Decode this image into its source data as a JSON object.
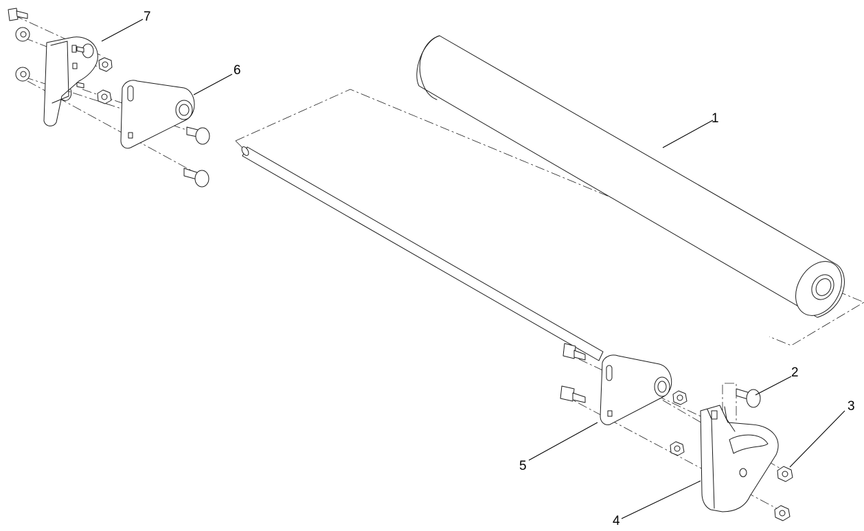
{
  "diagram": {
    "type": "exploded-parts-view",
    "callouts": [
      {
        "id": "1",
        "label": "1"
      },
      {
        "id": "2",
        "label": "2"
      },
      {
        "id": "3",
        "label": "3"
      },
      {
        "id": "4",
        "label": "4"
      },
      {
        "id": "5",
        "label": "5"
      },
      {
        "id": "6",
        "label": "6"
      },
      {
        "id": "7",
        "label": "7"
      }
    ]
  }
}
